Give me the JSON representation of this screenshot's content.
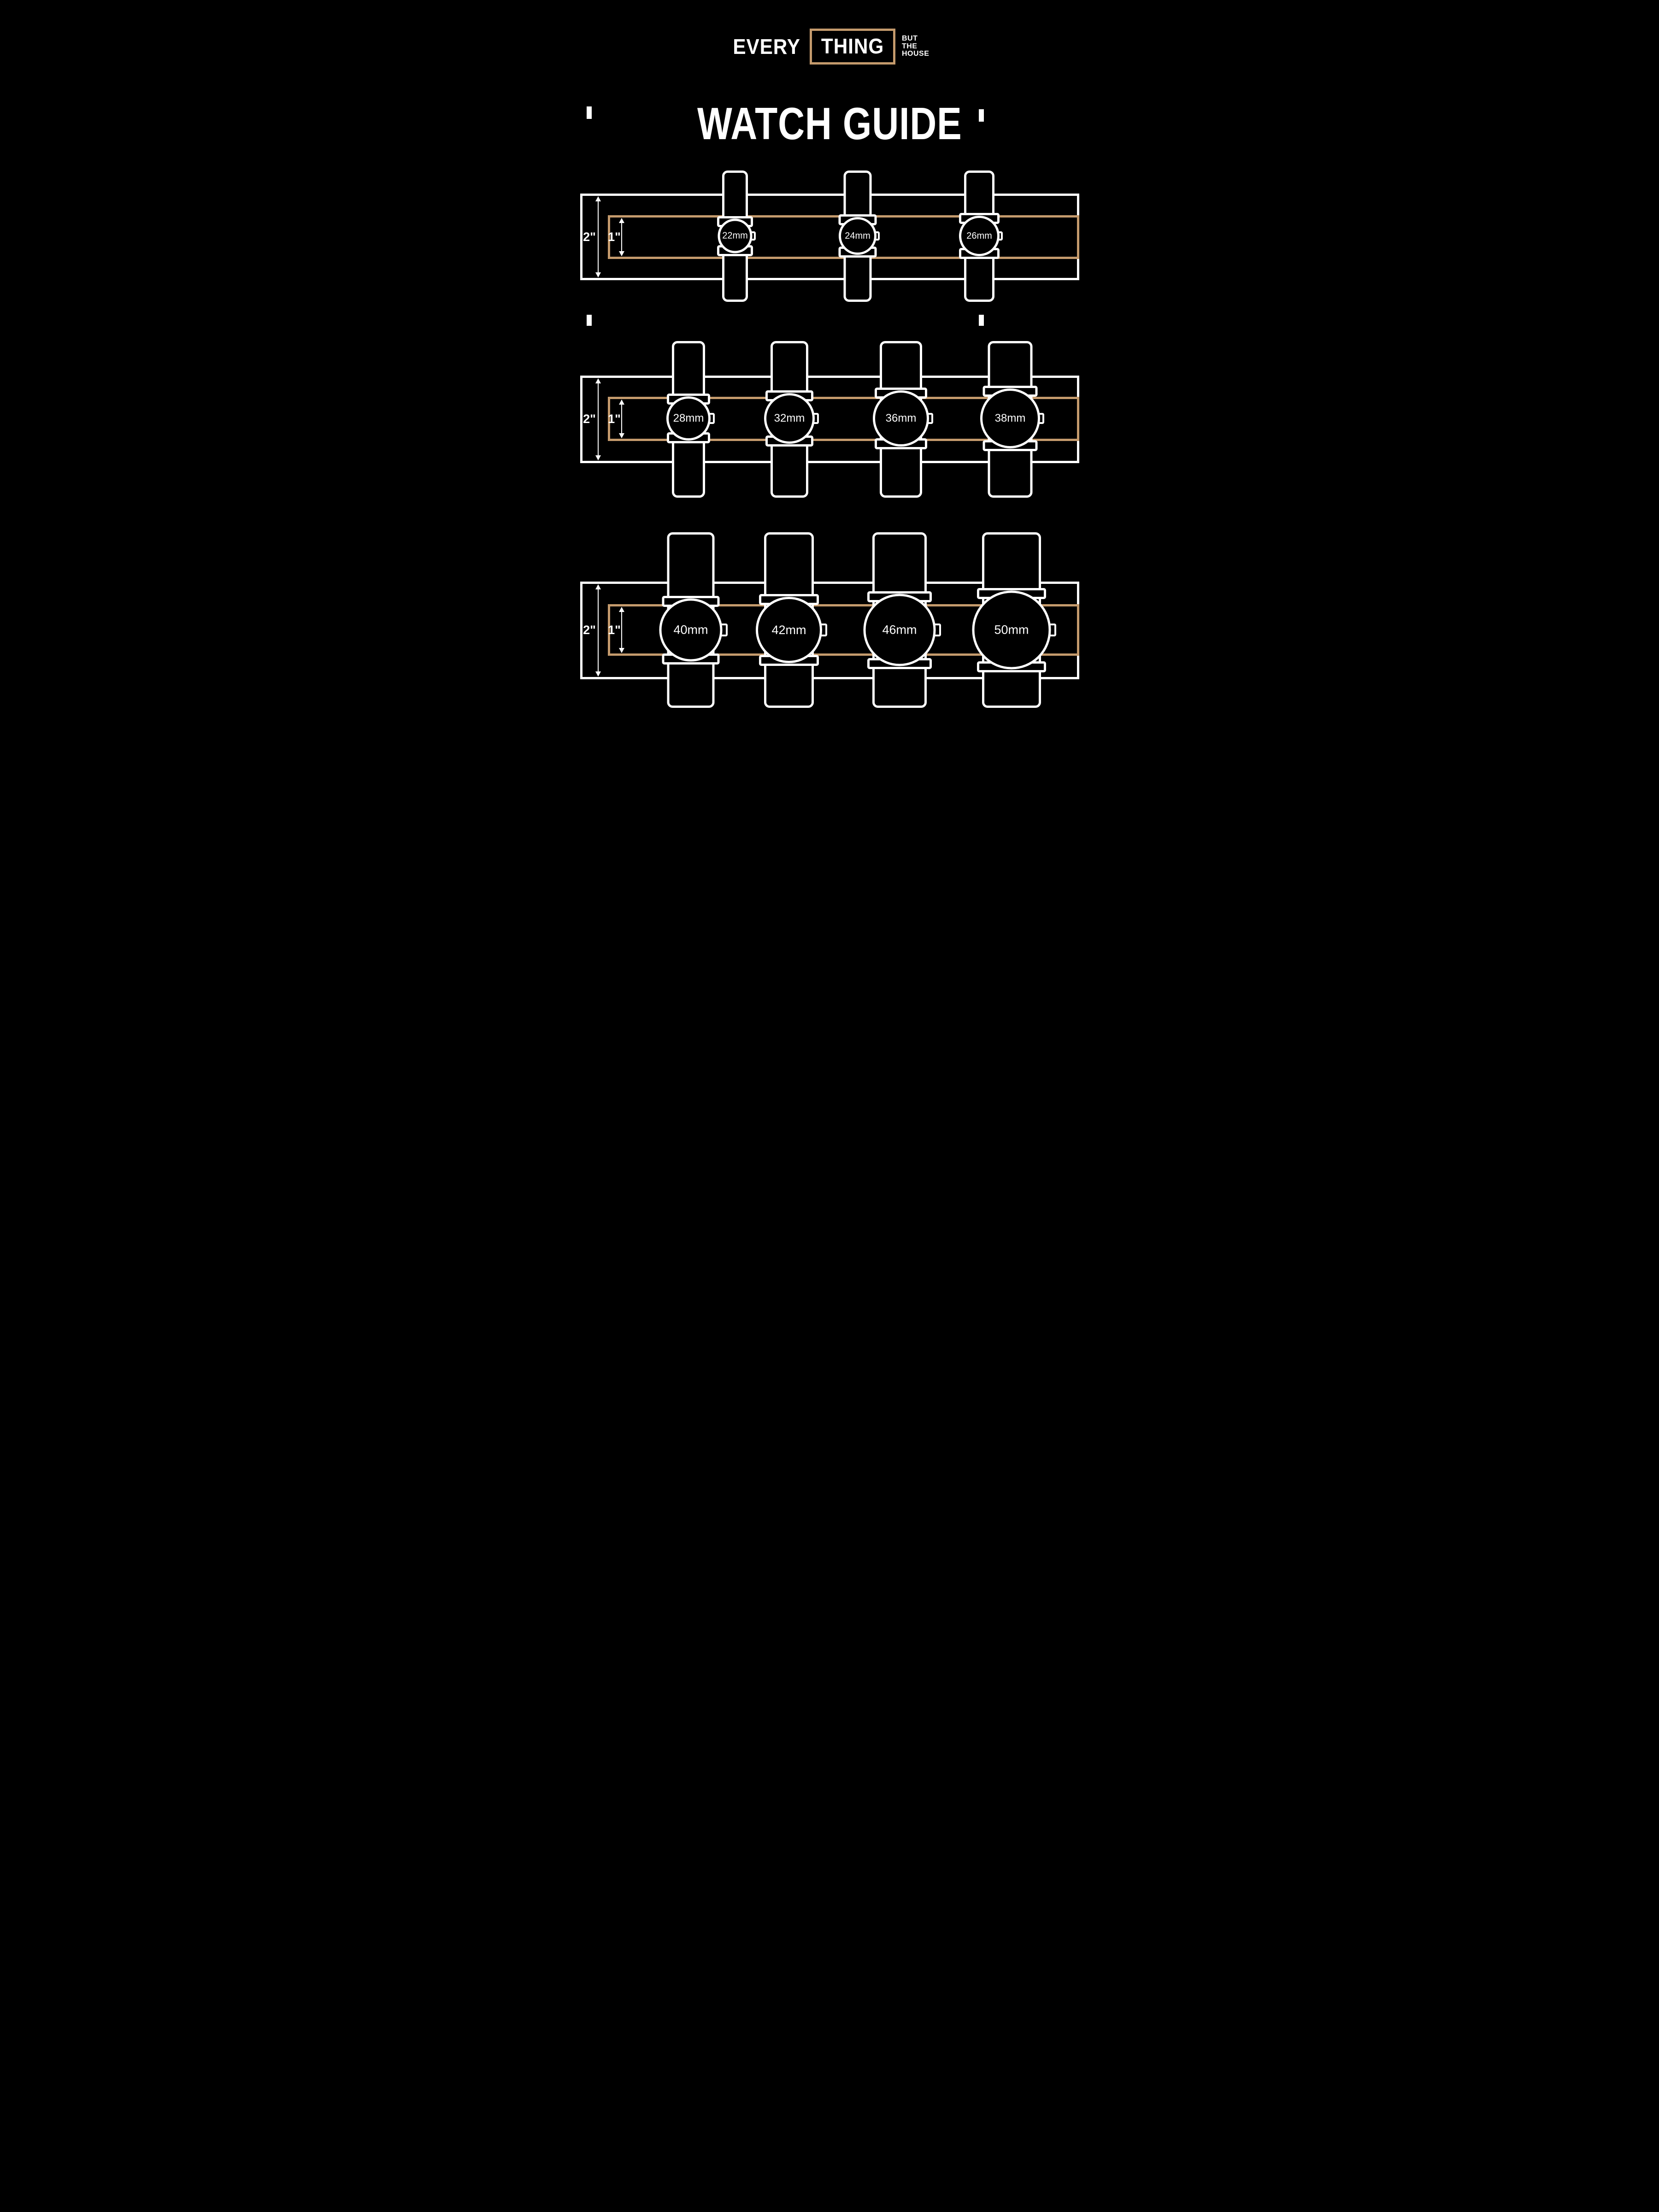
{
  "logo": {
    "primary": "EVERY",
    "boxed": "THING",
    "tagline": [
      "BUT",
      "THE",
      "HOUSE"
    ]
  },
  "title": "WATCH GUIDE",
  "colors": {
    "background": "#000000",
    "accent_tan": "#C49A6C",
    "line_white": "#FFFFFF"
  },
  "rows": [
    {
      "outer_dimension": "2\"",
      "inner_dimension": "1\"",
      "watches": [
        {
          "size": "22mm"
        },
        {
          "size": "24mm"
        },
        {
          "size": "26mm"
        }
      ]
    },
    {
      "outer_dimension": "2\"",
      "inner_dimension": "1\"",
      "watches": [
        {
          "size": "28mm"
        },
        {
          "size": "32mm"
        },
        {
          "size": "36mm"
        },
        {
          "size": "38mm"
        }
      ]
    },
    {
      "outer_dimension": "2\"",
      "inner_dimension": "1\"",
      "watches": [
        {
          "size": "40mm"
        },
        {
          "size": "42mm"
        },
        {
          "size": "46mm"
        },
        {
          "size": "50mm"
        }
      ]
    }
  ]
}
